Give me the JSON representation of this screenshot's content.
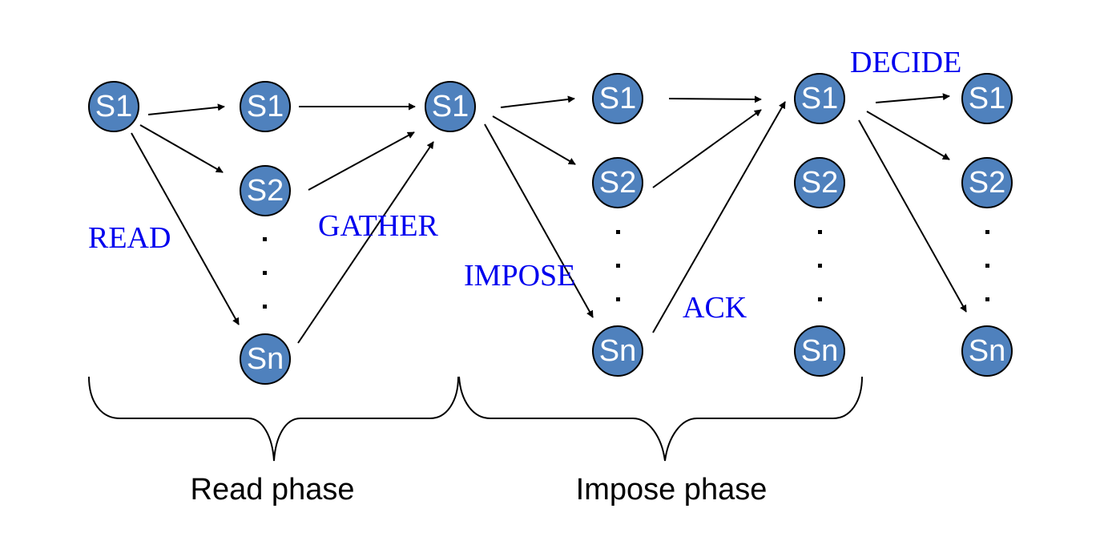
{
  "diagram": {
    "colors": {
      "node_fill": "#4f81bd",
      "node_stroke": "#000000",
      "node_text": "#ffffff",
      "message_label": "#0000ee",
      "edge": "#000000"
    },
    "columns": [
      {
        "id": "A",
        "nodes": [
          "S1"
        ]
      },
      {
        "id": "B",
        "nodes": [
          "S1",
          "S2",
          "...",
          "Sn"
        ]
      },
      {
        "id": "C",
        "nodes": [
          "S1"
        ]
      },
      {
        "id": "D",
        "nodes": [
          "S1",
          "S2",
          "...",
          "Sn"
        ]
      },
      {
        "id": "E",
        "nodes": [
          "S1",
          "S2",
          "...",
          "Sn"
        ]
      },
      {
        "id": "F",
        "nodes": [
          "S1",
          "S2",
          "...",
          "Sn"
        ]
      }
    ],
    "edges": [
      {
        "from": "A.S1",
        "to": "B.S1",
        "message": "READ"
      },
      {
        "from": "A.S1",
        "to": "B.S2",
        "message": "READ"
      },
      {
        "from": "A.S1",
        "to": "B.Sn",
        "message": "READ"
      },
      {
        "from": "B.S1",
        "to": "C.S1",
        "message": "GATHER"
      },
      {
        "from": "B.S2",
        "to": "C.S1",
        "message": "GATHER"
      },
      {
        "from": "B.Sn",
        "to": "C.S1",
        "message": "GATHER"
      },
      {
        "from": "C.S1",
        "to": "D.S1",
        "message": "IMPOSE"
      },
      {
        "from": "C.S1",
        "to": "D.S2",
        "message": "IMPOSE"
      },
      {
        "from": "C.S1",
        "to": "D.Sn",
        "message": "IMPOSE"
      },
      {
        "from": "D.S1",
        "to": "E.S1",
        "message": "ACK"
      },
      {
        "from": "D.S2",
        "to": "E.S1",
        "message": "ACK"
      },
      {
        "from": "D.Sn",
        "to": "E.S1",
        "message": "ACK"
      },
      {
        "from": "E.S1",
        "to": "F.S1",
        "message": "DECIDE"
      },
      {
        "from": "E.S1",
        "to": "F.S2",
        "message": "DECIDE"
      },
      {
        "from": "E.S1",
        "to": "F.Sn",
        "message": "DECIDE"
      }
    ],
    "message_labels": {
      "read": "READ",
      "gather": "GATHER",
      "impose": "IMPOSE",
      "ack": "ACK",
      "decide": "DECIDE"
    },
    "phases": {
      "read": "Read phase",
      "impose": "Impose phase"
    },
    "node_labels": {
      "s1": "S1",
      "s2": "S2",
      "sn": "Sn"
    }
  }
}
